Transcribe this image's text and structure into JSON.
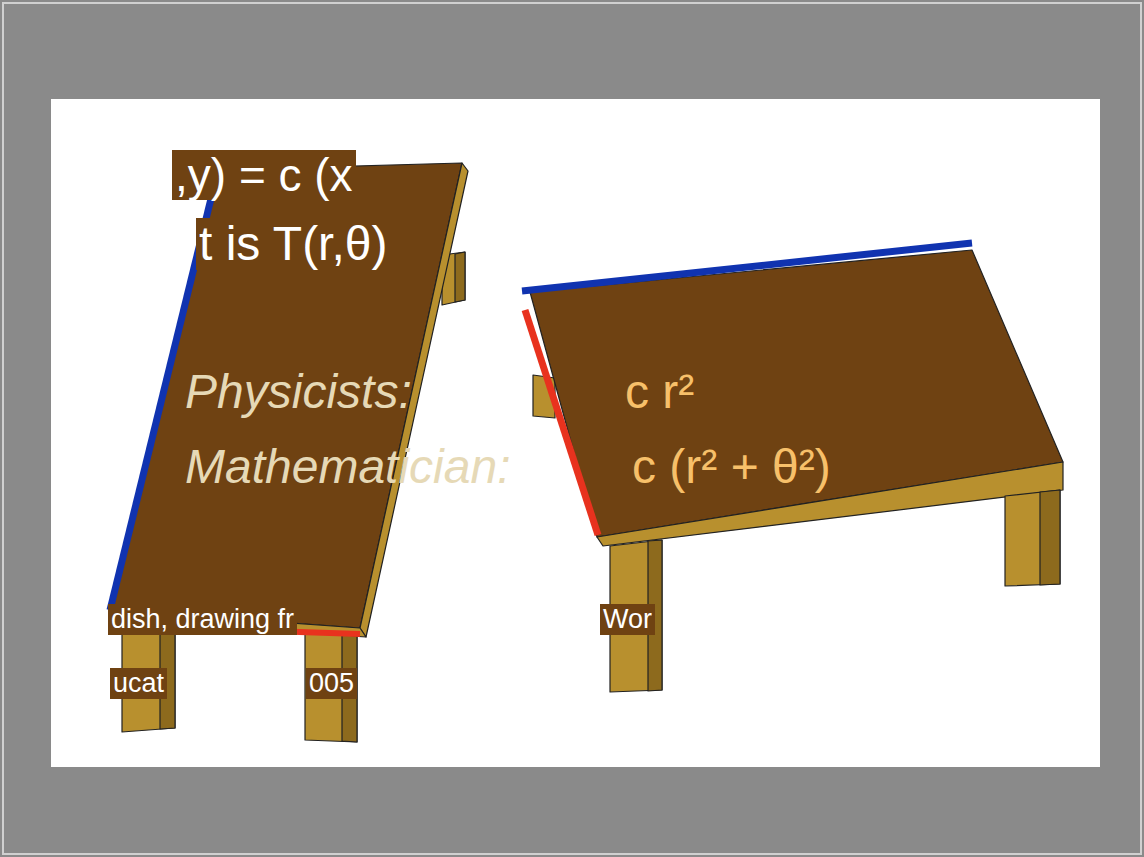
{
  "diagram": {
    "labels": [
      ",y) = c (x",
      "t is  T(r,θ)",
      "Physicists:",
      "c r²",
      "Mathematician:",
      "c (r² + θ²)",
      "dish, drawing fr",
      "Wor",
      "ucat",
      "005"
    ]
  }
}
